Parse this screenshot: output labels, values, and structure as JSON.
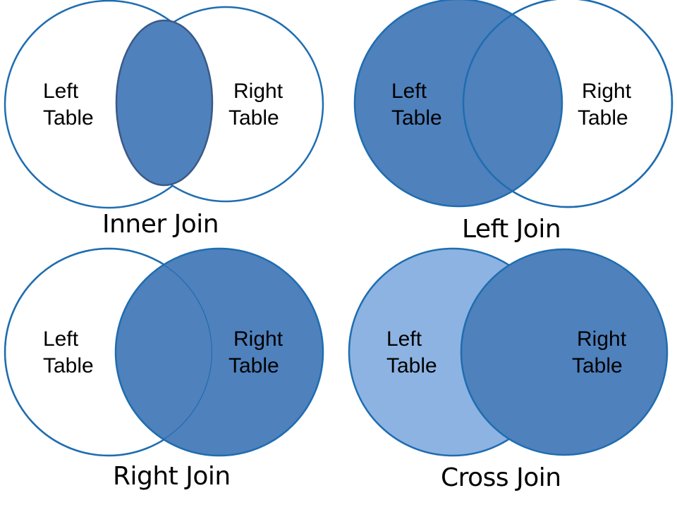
{
  "colors": {
    "fill_dark": "#4f81bd",
    "fill_light": "#8db3e2",
    "stroke": "#1f6db0",
    "stroke_intersection": "#3b5a86",
    "background": "#ffffff"
  },
  "panels": [
    {
      "id": "inner",
      "title": "Inner Join",
      "left_label": {
        "line1": "Left",
        "line2": "Table"
      },
      "right_label": {
        "line1": "Right",
        "line2": "Table"
      }
    },
    {
      "id": "left",
      "title": "Left Join",
      "left_label": {
        "line1": "Left",
        "line2": "Table"
      },
      "right_label": {
        "line1": "Right",
        "line2": "Table"
      }
    },
    {
      "id": "right",
      "title": "Right Join",
      "left_label": {
        "line1": "Left",
        "line2": "Table"
      },
      "right_label": {
        "line1": "Right",
        "line2": "Table"
      }
    },
    {
      "id": "cross",
      "title": "Cross Join",
      "left_label": {
        "line1": "Left",
        "line2": "Table"
      },
      "right_label": {
        "line1": "Right",
        "line2": "Table"
      }
    }
  ]
}
